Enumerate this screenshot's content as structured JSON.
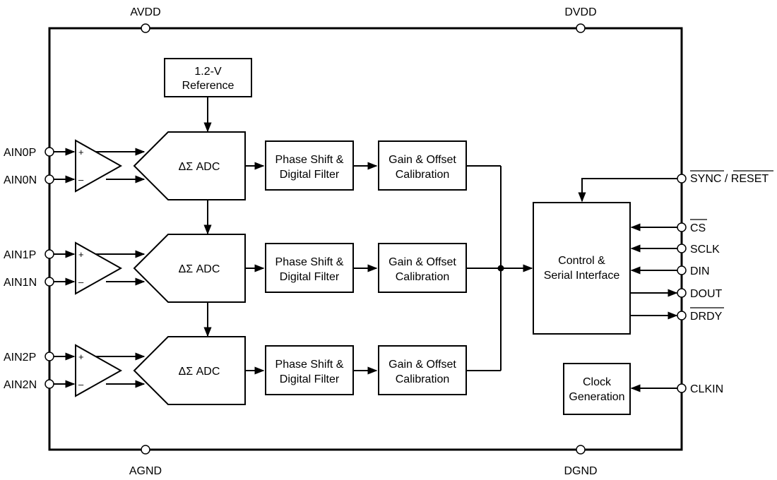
{
  "supply_pins": {
    "avdd": "AVDD",
    "dvdd": "DVDD",
    "agnd": "AGND",
    "dgnd": "DGND"
  },
  "inputs": [
    "AIN0P",
    "AIN0N",
    "AIN1P",
    "AIN1N",
    "AIN2P",
    "AIN2N"
  ],
  "reference": {
    "line1": "1.2-V",
    "line2": "Reference"
  },
  "adc_label": "ΔΣ ADC",
  "amp_plus": "+",
  "amp_minus": "–",
  "filter": {
    "line1": "Phase Shift &",
    "line2": "Digital Filter"
  },
  "calibration": {
    "line1": "Gain & Offset",
    "line2": "Calibration"
  },
  "control": {
    "line1": "Control &",
    "line2": "Serial Interface"
  },
  "clock": {
    "line1": "Clock",
    "line2": "Generation"
  },
  "right_pins": {
    "sync_reset": "SYNC / RESET",
    "cs": "CS",
    "sclk": "SCLK",
    "din": "DIN",
    "dout": "DOUT",
    "drdy": "DRDY",
    "clkin": "CLKIN"
  }
}
